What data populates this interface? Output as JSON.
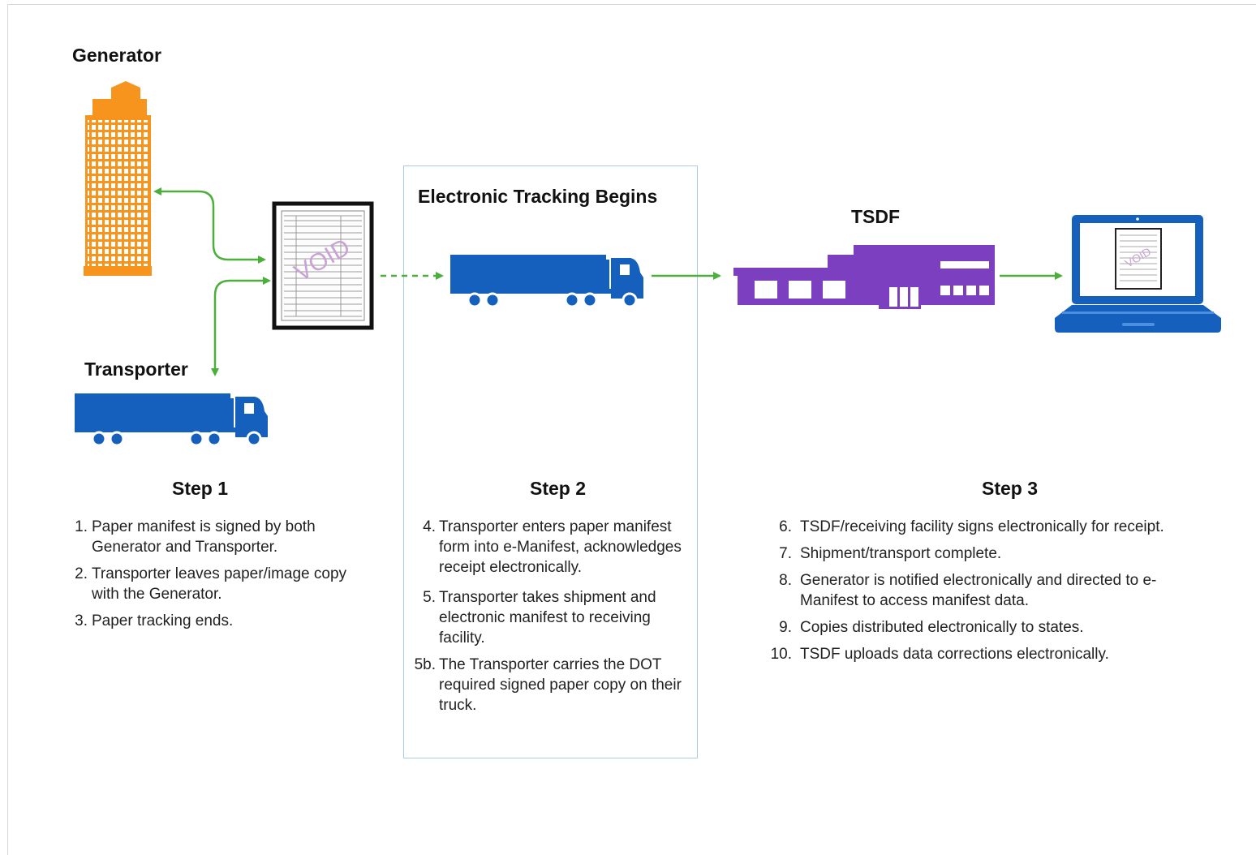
{
  "labels": {
    "generator": "Generator",
    "transporter": "Transporter",
    "electronic_tracking": "Electronic Tracking Begins",
    "tsdf": "TSDF",
    "void": "VOID"
  },
  "colors": {
    "generator_orange": "#f7941d",
    "truck_blue": "#1560bd",
    "tsdf_purple": "#7b3fbf",
    "laptop_blue": "#1560bd",
    "arrow_green": "#4caf3c",
    "box_border": "#a9cbe6"
  },
  "steps": [
    {
      "title": "Step 1",
      "items": [
        {
          "num": "1.",
          "text": "Paper manifest is signed by both Generator and Transporter."
        },
        {
          "num": "2.",
          "text": "Transporter leaves paper/image copy with the Generator."
        },
        {
          "num": "3.",
          "text": "Paper tracking ends."
        }
      ]
    },
    {
      "title": "Step 2",
      "items": [
        {
          "num": "4.",
          "text": "Transporter enters paper manifest form into e-Manifest, acknowledges receipt electronically."
        },
        {
          "num": "5.",
          "text": "Transporter takes shipment and electronic manifest to receiving facility."
        },
        {
          "num": "5b.",
          "text": "The Transporter carries the DOT required signed paper copy on their truck."
        }
      ]
    },
    {
      "title": "Step 3",
      "items": [
        {
          "num": "6.",
          "text": "TSDF/receiving facility signs electronically for receipt."
        },
        {
          "num": "7.",
          "text": "Shipment/transport complete."
        },
        {
          "num": "8.",
          "text": "Generator is notified electronically and directed to e-Manifest to access manifest data."
        },
        {
          "num": "9.",
          "text": "Copies distributed electronically to states."
        },
        {
          "num": "10.",
          "text": "TSDF uploads data corrections electronically."
        }
      ]
    }
  ]
}
